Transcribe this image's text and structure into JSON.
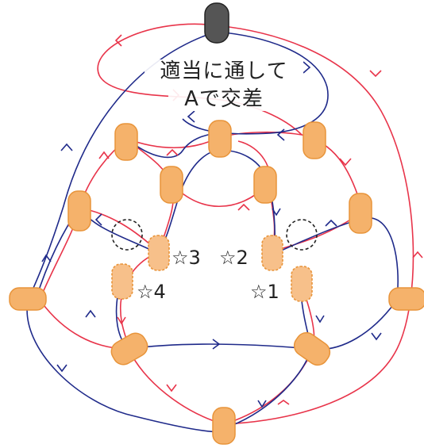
{
  "instruction": {
    "line1": "適当に通して",
    "line2": "Aで交差"
  },
  "stars": {
    "s1": "☆1",
    "s2": "☆2",
    "s3": "☆3",
    "s4": "☆4"
  },
  "colors": {
    "navy_cord": "#1f2a8a",
    "red_cord": "#e8344a",
    "bead_fill": "#f5b26b",
    "bead_stroke": "#e8943a",
    "top_bead": "#555555",
    "empty_hole": "#222222"
  }
}
